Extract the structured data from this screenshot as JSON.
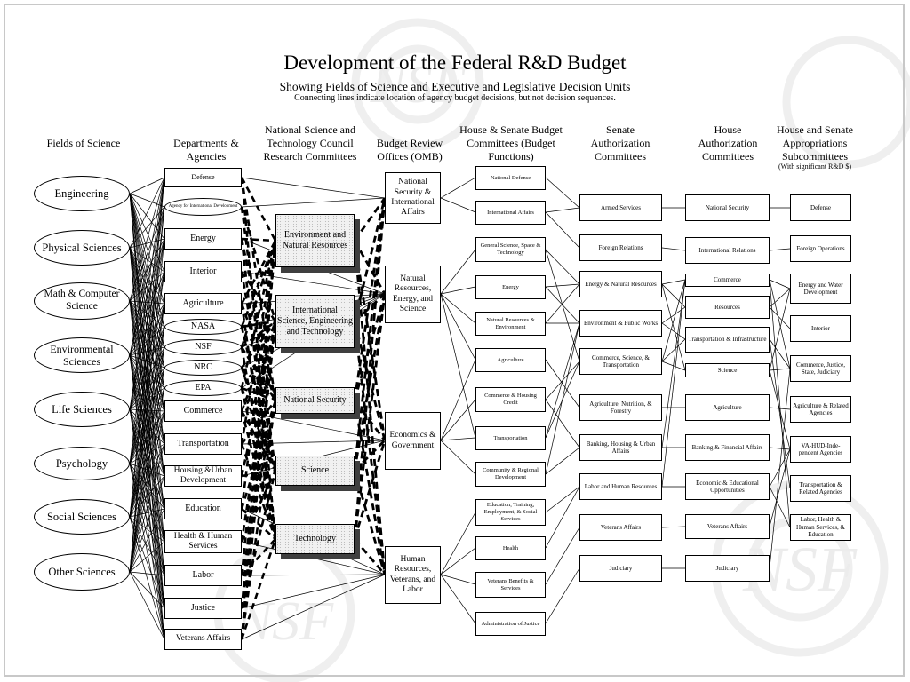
{
  "title": "Development of the Federal R&D Budget",
  "subtitle": "Showing Fields of Science and Executive and Legislative Decision Units",
  "note": "Connecting lines indicate location of agency budget decisions,  but not decision sequences.",
  "watermark_text": "NSF",
  "headers": {
    "fields": "Fields of Science",
    "departments": "Departments & Agencies",
    "nstc": "National Science and Technology Council Research Committees",
    "omb": "Budget Review Offices (OMB)",
    "budget": "House & Senate Budget Committees (Budget Functions)",
    "senate_auth": "Senate Authorization Committees",
    "house_auth": "House Authorization Committees",
    "approp": "House and Senate Appropriations Subcommittees",
    "approp_note": "(With significant R&D $)"
  },
  "fields": [
    "Engineering",
    "Physical Sciences",
    "Math & Computer Science",
    "Environmental Sciences",
    "Life Sciences",
    "Psychology",
    "Social Sciences",
    "Other Sciences"
  ],
  "departments": [
    "Defense",
    "Agency for International Development",
    "Energy",
    "Interior",
    "Agriculture",
    "NASA",
    "NSF",
    "NRC",
    "EPA",
    "Commerce",
    "Transportation",
    "Housing &Urban Development",
    "Education",
    "Health & Human Services",
    "Labor",
    "Justice",
    "Veterans Affairs"
  ],
  "nstc": [
    "Environment and Natural Resources",
    "International Science, Engineering and Technology",
    "National Security",
    "Science",
    "Technology"
  ],
  "omb": [
    "National Security & International Affairs",
    "Natural Resources, Energy, and Science",
    "Economics & Government",
    "Human Resources, Veterans, and Labor"
  ],
  "budget": [
    "National Defense",
    "International Affairs",
    "General Science, Space & Technology",
    "Energy",
    "Natural Resources & Environment",
    "Agriculture",
    "Commerce & Housing Credit",
    "Transportation",
    "Community & Regional Development",
    "Education, Training, Employment, & Social Services",
    "Health",
    "Veterans Benefits & Services",
    "Administration of Justice"
  ],
  "senate_auth": [
    "Armed Services",
    "Foreign Relations",
    "Energy & Natural Resources",
    "Environment & Public Works",
    "Commerce, Science, & Transportation",
    "Agriculture, Nutrition, & Forestry",
    "Banking, Housing & Urban Affairs",
    "Labor and Human Resources",
    "Veterans Affairs",
    "Judiciary"
  ],
  "house_auth": [
    "National Security",
    "International Relations",
    "Commerce",
    "Resources",
    "Transportation & Infrastructure",
    "Science",
    "Agriculture",
    "Banking & Financial Affairs",
    "Economic & Educational Opportunities",
    "Veterans Affairs",
    "Judiciary"
  ],
  "approp": [
    "Defense",
    "Foreign Operations",
    "Energy and Water Development",
    "Interior",
    "Commerce, Justice, State, Judiciary",
    "Agriculture & Related Agencies",
    "VA-HUD-Inde-pendent Agencies",
    "Transportation & Related Agencies",
    "Labor, Health & Human Services, & Education"
  ]
}
